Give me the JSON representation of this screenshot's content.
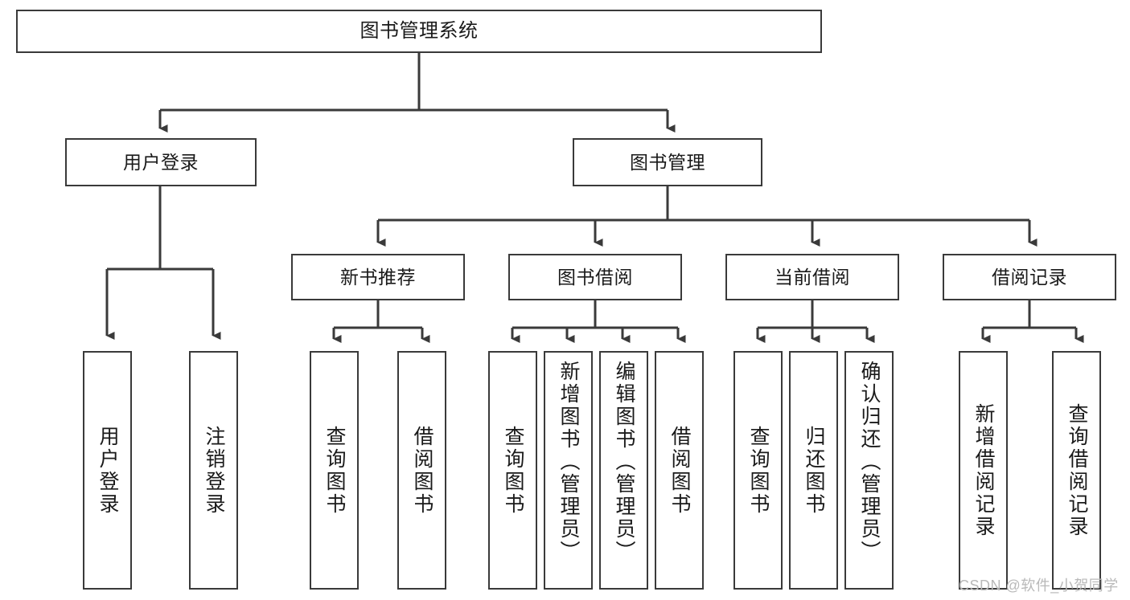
{
  "diagram": {
    "title": "图书管理系统",
    "type": "tree-hierarchy",
    "watermark": "CSDN @软件_小贺同学",
    "colors": {
      "stroke": "#3a3a3a",
      "background": "#ffffff",
      "text": "#1a1a1a",
      "watermark": "#b9b9b9"
    },
    "root": {
      "id": "root",
      "label": "图书管理系统"
    },
    "level2": [
      {
        "id": "user-login",
        "label": "用户登录"
      },
      {
        "id": "book-manage",
        "label": "图书管理"
      }
    ],
    "level3": [
      {
        "id": "new-book-rec",
        "label": "新书推荐"
      },
      {
        "id": "book-borrow",
        "label": "图书借阅"
      },
      {
        "id": "current-borrow",
        "label": "当前借阅"
      },
      {
        "id": "borrow-record",
        "label": "借阅记录"
      }
    ],
    "leaves": [
      {
        "id": "leaf-user-login",
        "label": "用户登录",
        "parent": "user-login"
      },
      {
        "id": "leaf-logout",
        "label": "注销登录",
        "parent": "user-login"
      },
      {
        "id": "leaf-query-book-1",
        "label": "查询图书",
        "parent": "new-book-rec"
      },
      {
        "id": "leaf-borrow-book-1",
        "label": "借阅图书",
        "parent": "new-book-rec"
      },
      {
        "id": "leaf-query-book-2",
        "label": "查询图书",
        "parent": "book-borrow"
      },
      {
        "id": "leaf-add-book",
        "label": "新增图书（管理员）",
        "parent": "book-borrow"
      },
      {
        "id": "leaf-edit-book",
        "label": "编辑图书（管理员）",
        "parent": "book-borrow"
      },
      {
        "id": "leaf-borrow-book-2",
        "label": "借阅图书",
        "parent": "book-borrow"
      },
      {
        "id": "leaf-query-book-3",
        "label": "查询图书",
        "parent": "current-borrow"
      },
      {
        "id": "leaf-return-book",
        "label": "归还图书",
        "parent": "current-borrow"
      },
      {
        "id": "leaf-confirm-return",
        "label": "确认归还（管理员）",
        "parent": "current-borrow"
      },
      {
        "id": "leaf-add-record",
        "label": "新增借阅记录",
        "parent": "borrow-record"
      },
      {
        "id": "leaf-query-record",
        "label": "查询借阅记录",
        "parent": "borrow-record"
      }
    ]
  }
}
